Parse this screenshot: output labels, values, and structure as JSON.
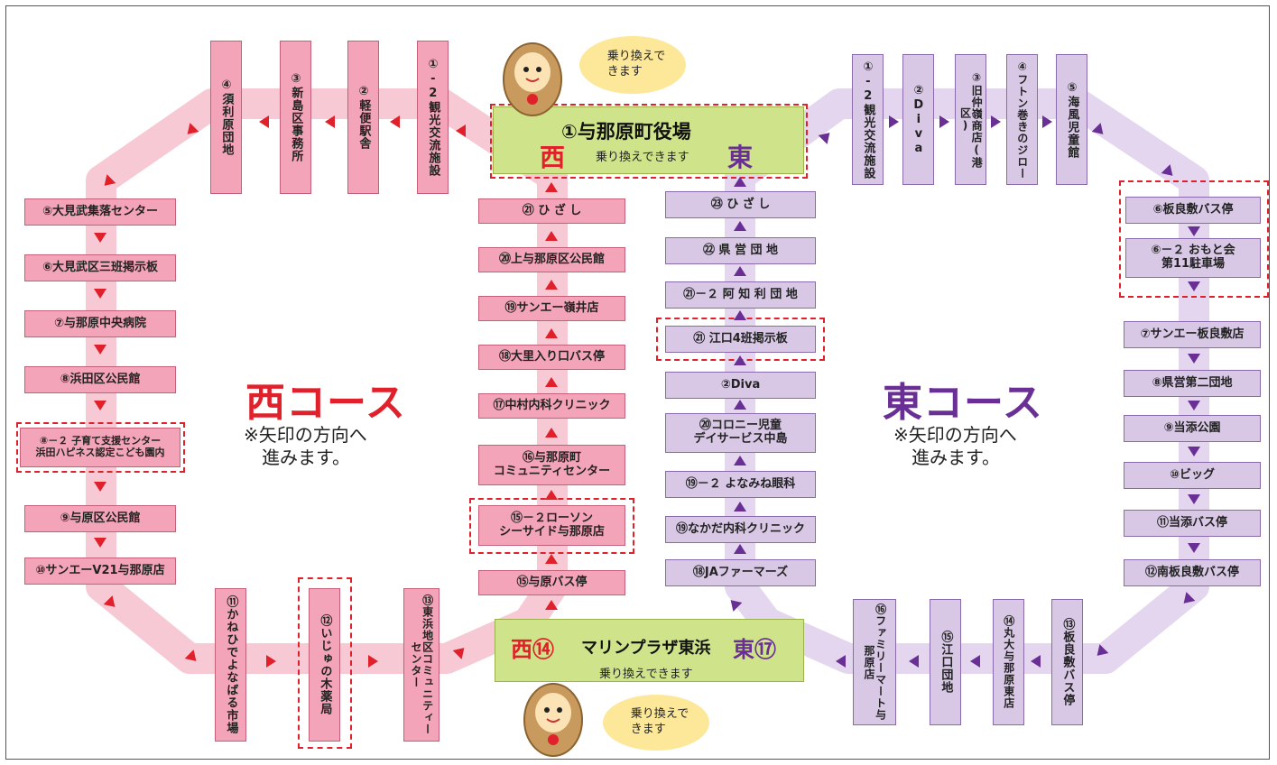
{
  "colors": {
    "west": "#e0202a",
    "east": "#6a2f95",
    "west_box": "#f4a4b8",
    "east_box": "#d8c8e6",
    "hub": "#cfe48a",
    "bubble": "#fde89a"
  },
  "hub_top": {
    "name": "①与那原町役場",
    "sub": "乗り換えできます",
    "west": "西",
    "east": "東"
  },
  "hub_bottom": {
    "west": "西⑭",
    "name": "マリンプラザ東浜",
    "east": "東⑰",
    "sub": "乗り換えできます"
  },
  "bubble_top": "乗り換えで\nきます",
  "bubble_bottom": "乗り換えで\nきます",
  "west_course": {
    "title": "西コース",
    "note": "※矢印の方向へ\n　進みます。"
  },
  "east_course": {
    "title": "東コース",
    "note": "※矢印の方向へ\n　進みます。"
  },
  "west_top": [
    "④須利原団地",
    "③新島区事務所",
    "②軽便駅舎",
    "①-2観光交流施設"
  ],
  "west_left": [
    "⑤大見武集落センター",
    "⑥大見武区三班掲示板",
    "⑦与那原中央病院",
    "⑧浜田区公民館",
    "⑧－２ 子育て支援センター\n浜田ハピネス認定こども園内",
    "⑨与原区公民館",
    "⑩サンエーV21与那原店"
  ],
  "west_bottom": [
    "⑪かねひでよなばる市場",
    "⑫いじゅの木薬局",
    "⑬東浜地区コミュニティーセンター"
  ],
  "west_center": [
    "㉑ ひ ざ し",
    "⑳上与那原区公民館",
    "⑲サンエー嶺井店",
    "⑱大里入り口バス停",
    "⑰中村内科クリニック",
    "⑯与那原町\nコミュニティセンター",
    "⑮－２ローソン\nシーサイド与那原店",
    "⑮与原バス停"
  ],
  "east_top": [
    "①-2観光交流施設",
    "②Diva",
    "③旧仲嶺商店(港区)",
    "④フトン巻きのジロー",
    "⑤海風児童館"
  ],
  "east_right": [
    "⑥板良敷バス停",
    "⑥－２ おもと会\n第11駐車場",
    "⑦サンエー板良敷店",
    "⑧県営第二団地",
    "⑨当添公園",
    "⑩ビッグ",
    "⑪当添バス停",
    "⑫南板良敷バス停"
  ],
  "east_bottom": [
    "⑬板良敷バス停",
    "⑭丸大与那原東店",
    "⑮江口団地",
    "⑯ファミリーマート与那原店"
  ],
  "east_center": [
    "㉓ ひ ざ し",
    "㉒ 県 営 団 地",
    "㉑－２ 阿 知 利 団 地",
    "㉑ 江口4班掲示板",
    "②Diva",
    "⑳コロニー児童\nデイサービス中島",
    "⑲－２ よなみね眼科",
    "⑲なかだ内科クリニック",
    "⑱JAファーマーズ"
  ]
}
